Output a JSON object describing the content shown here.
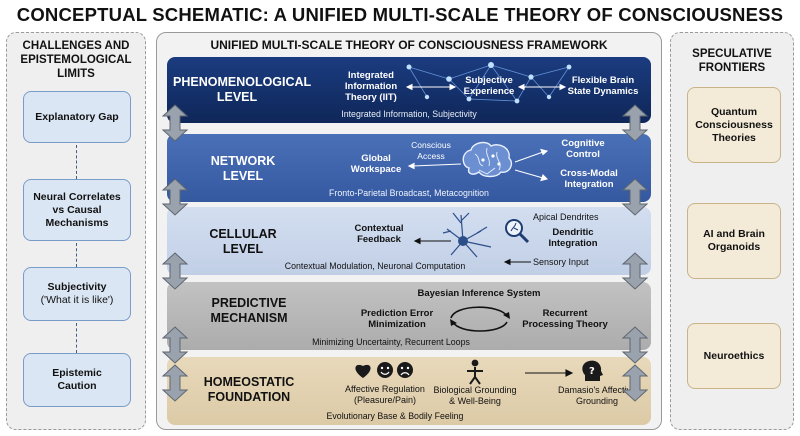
{
  "title": "CONCEPTUAL SCHEMATIC: A UNIFIED MULTI-SCALE THEORY OF CONSCIOUSNESS",
  "left_panel": {
    "title_line1": "CHALLENGES AND",
    "title_line2": "EPISTEMOLOGICAL",
    "title_line3": "LIMITS",
    "items": [
      {
        "line1": "Explanatory Gap",
        "line2": "",
        "line3": ""
      },
      {
        "line1": "Neural Correlates",
        "line2": "vs Causal",
        "line3": "Mechanisms"
      },
      {
        "line1": "Subjectivity",
        "line2": "('What it is like')",
        "line3": ""
      },
      {
        "line1": "Epistemic",
        "line2": "Caution",
        "line3": ""
      }
    ]
  },
  "right_panel": {
    "title_line1": "SPECULATIVE",
    "title_line2": "FRONTIERS",
    "items": [
      {
        "line1": "Quantum",
        "line2": "Consciousness",
        "line3": "Theories"
      },
      {
        "line1": "AI and Brain",
        "line2": "Organoids",
        "line3": ""
      },
      {
        "line1": "Neuroethics",
        "line2": "",
        "line3": ""
      }
    ]
  },
  "center": {
    "title": "UNIFIED MULTI-SCALE THEORY OF CONSCIOUSNESS FRAMEWORK",
    "phenomenological": {
      "title_line1": "PHENOMENOLOGICAL",
      "title_line2": "LEVEL",
      "iit_line1": "Integrated",
      "iit_line2": "Information",
      "iit_line3": "Theory (IIT)",
      "subj_line1": "Subjective",
      "subj_line2": "Experience",
      "flex_line1": "Flexible Brain",
      "flex_line2": "State Dynamics",
      "caption": "Integrated Information, Subjectivity"
    },
    "network": {
      "title_line1": "NETWORK",
      "title_line2": "LEVEL",
      "gw_line1": "Global",
      "gw_line2": "Workspace",
      "access_line1": "Conscious",
      "access_line2": "Access",
      "cc_line1": "Cognitive",
      "cc_line2": "Control",
      "cmi_line1": "Cross-Modal",
      "cmi_line2": "Integration",
      "caption": "Fronto-Parietal Broadcast, Metacognition"
    },
    "cellular": {
      "title_line1": "CELLULAR",
      "title_line2": "LEVEL",
      "cf_line1": "Contextual",
      "cf_line2": "Feedback",
      "apical": "Apical Dendrites",
      "di_line1": "Dendritic",
      "di_line2": "Integration",
      "sensory": "Sensory Input",
      "caption": "Contextual Modulation, Neuronal Computation"
    },
    "predictive": {
      "title_line1": "PREDICTIVE",
      "title_line2": "MECHANISM",
      "bayes": "Bayesian Inference System",
      "pe_line1": "Prediction Error",
      "pe_line2": "Minimization",
      "rp_line1": "Recurrent",
      "rp_line2": "Processing Theory",
      "caption": "Minimizing Uncertainty, Recurrent Loops"
    },
    "homeostatic": {
      "title_line1": "HOMEOSTATIC",
      "title_line2": "FOUNDATION",
      "ar_line1": "Affective Regulation",
      "ar_line2": "(Pleasure/Pain)",
      "bg_line1": "Biological Grounding",
      "bg_line2": "& Well-Being",
      "da_line1": "Damasio's Affective",
      "da_line2": "Grounding",
      "caption": "Evolutionary Base & Bodily Feeling"
    }
  },
  "colors": {
    "phenomenological": "#14306b",
    "network": "#3d63ad",
    "cellular": "#c9d6ea",
    "predictive": "#b9b9b9",
    "homeostatic": "#e3d3b3",
    "left_box": "#dbe6f4",
    "right_box": "#f3ead8"
  }
}
